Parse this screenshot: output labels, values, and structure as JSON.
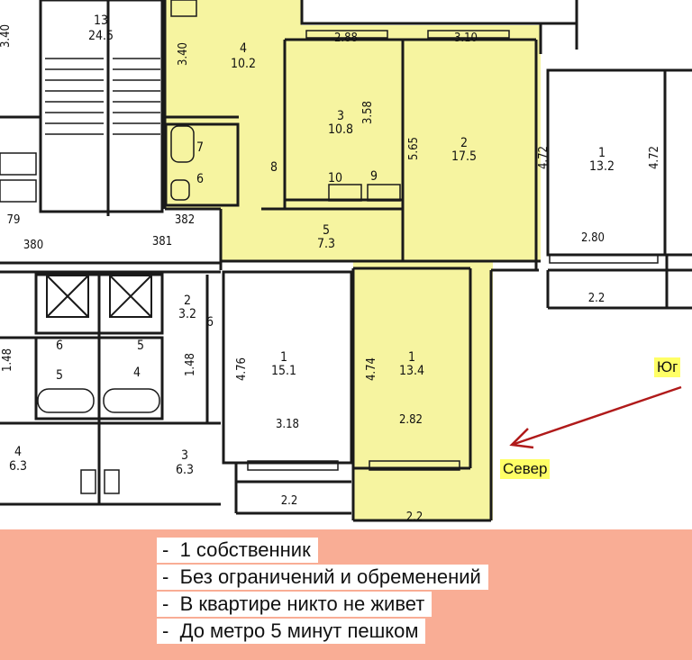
{
  "colors": {
    "highlight": "#f6f4a0",
    "walls": "#1a1a1a",
    "footer_bg": "#f9ad95",
    "arrow": "#b01a1a",
    "compass_bg": "#ffff66"
  },
  "rooms": {
    "r13": {
      "num": "13",
      "area": "24.5"
    },
    "r4": {
      "num": "4",
      "area": "10.2",
      "dim": "3.40"
    },
    "r3": {
      "num": "3",
      "area": "10.8",
      "dim": "3.58"
    },
    "r2": {
      "num": "2",
      "area": "17.5",
      "dim": "5.65"
    },
    "r5": {
      "num": "5",
      "area": "7.3"
    },
    "r7": {
      "num": "7"
    },
    "r6": {
      "num": "6"
    },
    "r8": {
      "num": "8"
    },
    "r10": {
      "num": "10"
    },
    "r9": {
      "num": "9"
    },
    "r1b": {
      "num": "1",
      "area": "13.4",
      "dim_w": "4.74",
      "dim_h": "2.82",
      "balcony": "2.2"
    },
    "r1c": {
      "num": "1",
      "area": "15.1",
      "dim_w": "4.76",
      "dim_h": "3.18",
      "balcony": "2.2"
    },
    "r1r": {
      "num": "1",
      "area": "13.2",
      "dim": "4.72",
      "dim_h": "2.80",
      "balcony": "2.2"
    },
    "r2s": {
      "num": "2",
      "area": "3.2"
    },
    "r6s": {
      "num": "6"
    },
    "r4l": {
      "num": "4",
      "area": "6.3"
    },
    "r3l": {
      "num": "3",
      "area": "6.3"
    },
    "lift6": {
      "num": "6"
    },
    "lift5a": {
      "num": "5"
    },
    "lift5b": {
      "num": "5"
    },
    "lift4": {
      "num": "4"
    }
  },
  "dims": {
    "top_a": "2.88",
    "top_b": "3.10",
    "r2_right": "4.72",
    "left_340": "3.40",
    "d382": "382",
    "d381": "381",
    "d380": "380",
    "d79": "79",
    "d148a": "1.48",
    "d148b": "1.48"
  },
  "compass": {
    "south": "Юг",
    "north": "Север"
  },
  "notes": [
    "1 собственник",
    "Без ограничений и обременений",
    "В квартире никто не живет",
    "До метро 5 минут пешком"
  ]
}
